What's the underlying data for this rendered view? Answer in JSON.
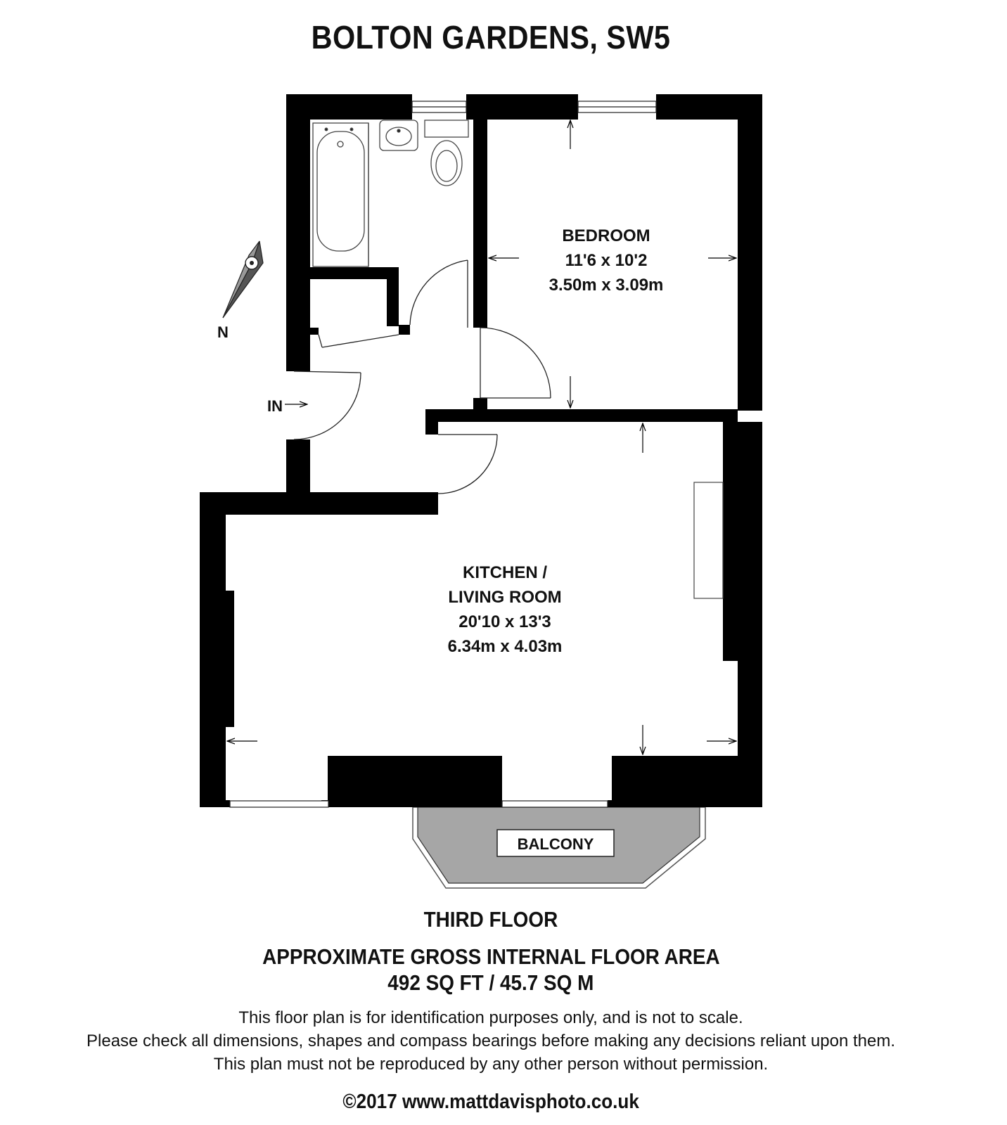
{
  "title": "BOLTON GARDENS, SW5",
  "rooms": {
    "bedroom": {
      "name": "BEDROOM",
      "imperial": "11'6 x 10'2",
      "metric": "3.50m x 3.09m"
    },
    "kitchen": {
      "name_line1": "KITCHEN /",
      "name_line2": "LIVING ROOM",
      "imperial": "20'10 x 13'3",
      "metric": "6.34m x 4.03m"
    },
    "balcony": {
      "name": "BALCONY"
    }
  },
  "entrance_label": "IN",
  "compass_label": "N",
  "floor_name": "THIRD FLOOR",
  "area": {
    "title": "APPROXIMATE GROSS INTERNAL FLOOR AREA",
    "value": "492 SQ FT / 45.7 SQ M"
  },
  "disclaimer": [
    "This floor plan is for identification purposes only, and is not to scale.",
    "Please check all dimensions, shapes and compass bearings before making any decisions reliant upon them.",
    "This plan must not be reproduced by any other person without permission."
  ],
  "copyright": "©2017 www.mattdavisphoto.co.uk",
  "colors": {
    "wall": "#000000",
    "balcony_fill": "#a6a6a6",
    "background": "#ffffff"
  }
}
